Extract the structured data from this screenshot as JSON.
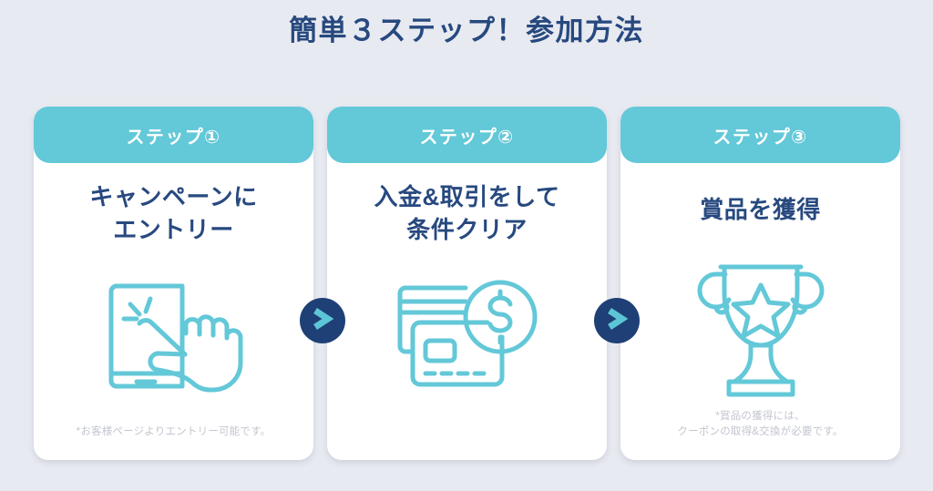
{
  "page": {
    "title": "簡単３ステップ！参加方法",
    "background_color": "#e8eaf1",
    "title_color": "#27497f"
  },
  "theme": {
    "teal": "#63c8d8",
    "navy": "#1e4076",
    "title_navy": "#27497f",
    "card_background": "#ffffff",
    "note_gray": "#c3c6cf"
  },
  "steps": [
    {
      "badge": "ステップ①",
      "title_line1": "キャンペーンに",
      "title_line2": "エントリー",
      "icon": "phone-tap-icon",
      "note_line1": "*お客様ページよりエントリー可能です。",
      "note_line2": ""
    },
    {
      "badge": "ステップ②",
      "title_line1": "入金&取引をして",
      "title_line2": "条件クリア",
      "icon": "credit-cards-dollar-icon",
      "note_line1": "",
      "note_line2": ""
    },
    {
      "badge": "ステップ③",
      "title_line1": "賞品を獲得",
      "title_line2": "",
      "icon": "trophy-star-icon",
      "note_line1": "*賞品の獲得には、",
      "note_line2": "クーポンの取得&交換が必要です。"
    }
  ],
  "connectors": [
    {
      "icon": "chevron-right-icon"
    },
    {
      "icon": "chevron-right-icon"
    }
  ]
}
